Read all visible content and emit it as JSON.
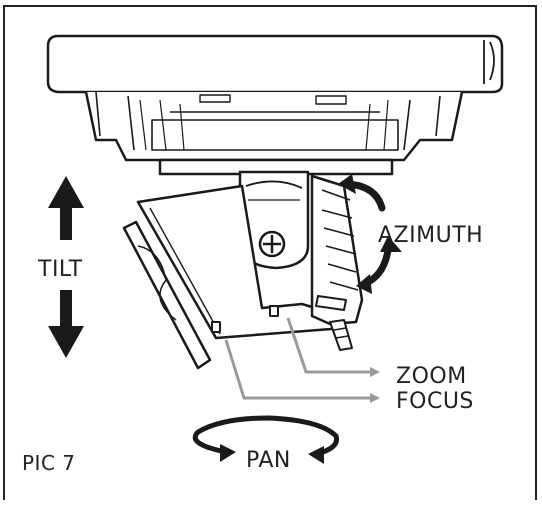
{
  "figure": {
    "caption": "PIC 7",
    "colors": {
      "ink": "#1a1a1a",
      "callout": "#9a9a9a",
      "border": "#222222",
      "background": "#ffffff"
    }
  },
  "labels": {
    "tilt": "TILT",
    "azimuth": "AZIMUTH",
    "zoom": "ZOOM",
    "focus": "FOCUS",
    "pan": "PAN"
  },
  "icons": [
    "tilt-up-arrow-icon",
    "tilt-down-arrow-icon",
    "azimuth-rotate-arrow-icon",
    "pan-rotate-arrow-icon",
    "screw-icon"
  ]
}
